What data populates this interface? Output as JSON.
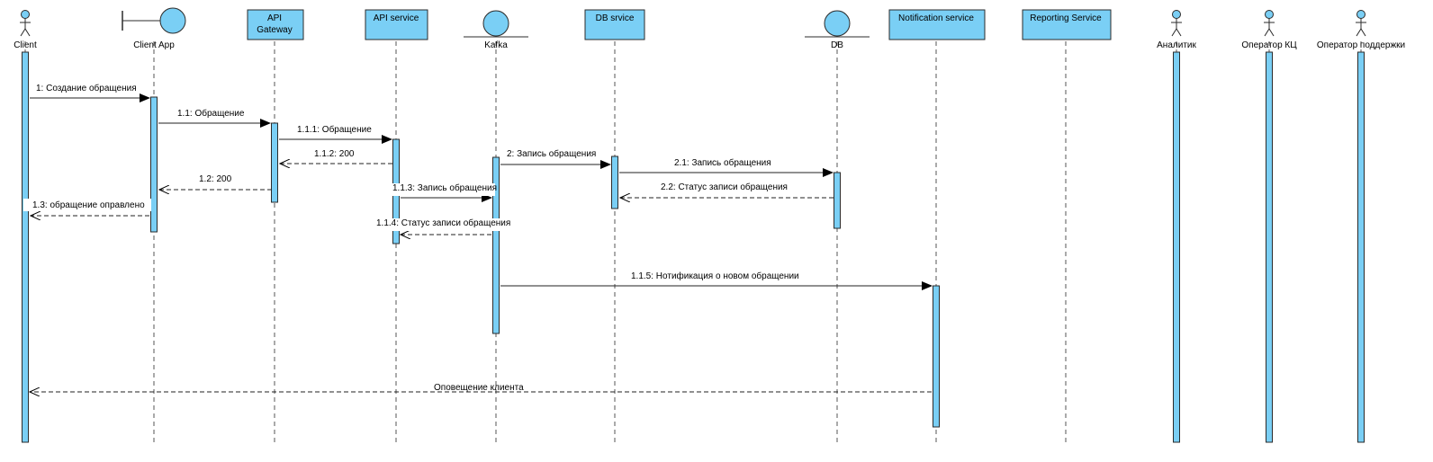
{
  "diagram": {
    "type": "sequence",
    "colors": {
      "fill": "#7ACFF5",
      "stroke": "#2b2b2b",
      "line": "#333333",
      "label_bg": "#ffffff"
    },
    "participants": [
      {
        "id": "client",
        "name": "Client",
        "kind": "actor"
      },
      {
        "id": "clientapp",
        "name": "Client App",
        "kind": "boundary"
      },
      {
        "id": "gateway",
        "name": "API\nGateway",
        "kind": "box"
      },
      {
        "id": "apisvc",
        "name": "API service",
        "kind": "box"
      },
      {
        "id": "kafka",
        "name": "Kafka",
        "kind": "entity"
      },
      {
        "id": "dbsvc",
        "name": "DB srvice",
        "kind": "box"
      },
      {
        "id": "db",
        "name": "DB",
        "kind": "entity"
      },
      {
        "id": "notif",
        "name": "Notification service",
        "kind": "box"
      },
      {
        "id": "report",
        "name": "Reporting Service",
        "kind": "box"
      },
      {
        "id": "analyst",
        "name": "Аналитик",
        "kind": "actor"
      },
      {
        "id": "opkc",
        "name": "Оператор КЦ",
        "kind": "actor"
      },
      {
        "id": "opsup",
        "name": "Оператор поддержки",
        "kind": "actor"
      }
    ],
    "activations": [
      {
        "on": "client",
        "from_step": 0,
        "to_step": 12
      },
      {
        "on": "clientapp",
        "from_step": 1,
        "to_step": 6
      },
      {
        "on": "gateway",
        "from_step": 2,
        "to_step": 5
      },
      {
        "on": "apisvc",
        "from_step": 3,
        "to_step": 8
      },
      {
        "on": "kafka",
        "from_step": 4,
        "to_step": 10
      },
      {
        "on": "dbsvc",
        "from_step": 4,
        "to_step": 7
      },
      {
        "on": "db",
        "from_step": 5,
        "to_step": 8
      },
      {
        "on": "notif",
        "from_step": 9,
        "to_step": 12
      },
      {
        "on": "analyst",
        "from_step": 0,
        "to_step": 12
      },
      {
        "on": "opkc",
        "from_step": 0,
        "to_step": 12
      },
      {
        "on": "opsup",
        "from_step": 0,
        "to_step": 12
      }
    ],
    "messages": [
      {
        "from": "client",
        "to": "clientapp",
        "label": "1: Создание обращения",
        "kind": "sync"
      },
      {
        "from": "clientapp",
        "to": "gateway",
        "label": "1.1: Обращение",
        "kind": "sync"
      },
      {
        "from": "gateway",
        "to": "apisvc",
        "label": "1.1.1: Обращение",
        "kind": "sync"
      },
      {
        "from": "apisvc",
        "to": "gateway",
        "label": "1.1.2: 200",
        "kind": "reply"
      },
      {
        "from": "kafka",
        "to": "dbsvc",
        "label": "2: Запись обращения",
        "kind": "sync"
      },
      {
        "from": "dbsvc",
        "to": "db",
        "label": "2.1: Запись обращения",
        "kind": "sync"
      },
      {
        "from": "gateway",
        "to": "clientapp",
        "label": "1.2: 200",
        "kind": "reply"
      },
      {
        "from": "db",
        "to": "dbsvc",
        "label": "2.2: Статус записи обращения",
        "kind": "reply"
      },
      {
        "from": "apisvc",
        "to": "kafka",
        "label": "1.1.3: Запись обращения",
        "kind": "sync"
      },
      {
        "from": "clientapp",
        "to": "client",
        "label": "1.3: обращение оправлено",
        "kind": "reply"
      },
      {
        "from": "kafka",
        "to": "apisvc",
        "label": "1.1.4: Статус записи обращения",
        "kind": "reply"
      },
      {
        "from": "kafka",
        "to": "notif",
        "label": "1.1.5: Нотификация о новом обращении",
        "kind": "sync"
      },
      {
        "from": "notif",
        "to": "client",
        "label": "Оповещение клиента",
        "kind": "reply"
      }
    ]
  }
}
